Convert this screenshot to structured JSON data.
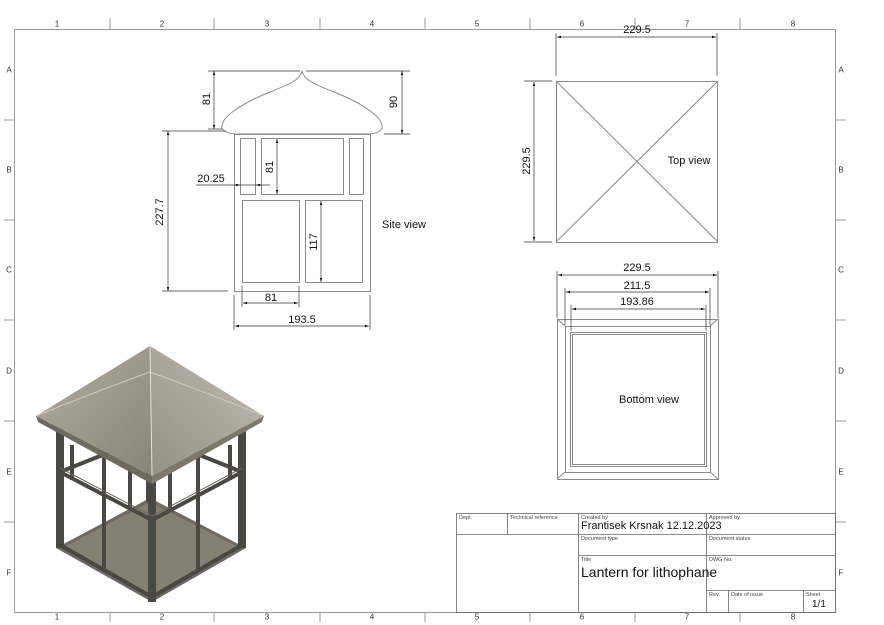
{
  "sheet": {
    "column_zones": [
      "1",
      "2",
      "3",
      "4",
      "5",
      "6",
      "7",
      "8"
    ],
    "row_zones": [
      "A",
      "B",
      "C",
      "D",
      "E",
      "F"
    ]
  },
  "views": {
    "site_view": {
      "label": "Site view",
      "dimensions": {
        "dome_height": "81",
        "total_top_height": "90",
        "body_height": "227.7",
        "side_bar_width": "20.25",
        "upper_window_height": "81",
        "lower_window_height": "117",
        "lower_window_width": "81",
        "body_width": "193.5"
      }
    },
    "top_view": {
      "label": "Top view",
      "dimensions": {
        "width": "229.5",
        "height": "229.5"
      }
    },
    "bottom_view": {
      "label": "Bottom view",
      "dimensions": {
        "outer_width": "229.5",
        "middle_width": "211.5",
        "inner_width": "193.86"
      }
    },
    "iso_view": {
      "description": "3D render of lantern with pyramid roof"
    }
  },
  "title_block": {
    "dept_label": "Dept.",
    "technical_reference_label": "Technical reference",
    "created_by_label": "Created by",
    "created_by_value": "Frantisek Krsnak  12.12.2023",
    "approved_by_label": "Approved by",
    "document_type_label": "Document type",
    "document_status_label": "Document status",
    "title_label": "Title",
    "title_value": "Lantern for lithophane",
    "dwg_no_label": "DWG No.",
    "rev_label": "Rev.",
    "date_of_issue_label": "Date of issue",
    "sheet_label": "Sheet",
    "sheet_value": "1/1"
  },
  "colors": {
    "line": "#8a8a8a",
    "dim_line": "#222222",
    "roof_fill": "#8f887c",
    "frame_fill": "#4a4842"
  }
}
